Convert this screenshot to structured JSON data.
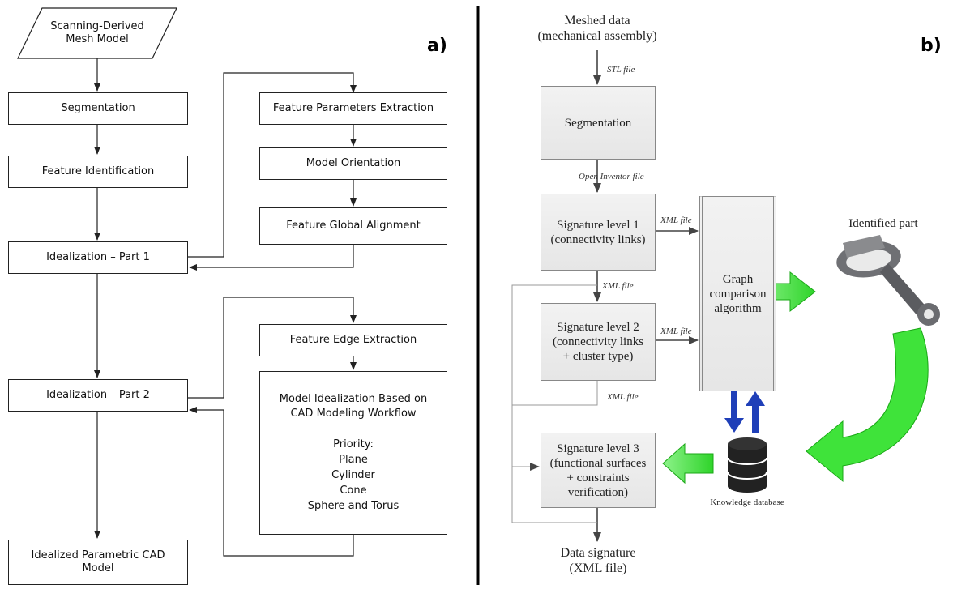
{
  "panel_a": {
    "letter": "a)",
    "input": "Scanning-Derived\nMesh Model",
    "segmentation": "Segmentation",
    "feature_identification": "Feature Identification",
    "idealization_1": "Idealization – Part 1",
    "idealization_2": "Idealization – Part 2",
    "output": "Idealized Parametric CAD\nModel",
    "feature_parameters": "Feature Parameters Extraction",
    "model_orientation": "Model Orientation",
    "global_alignment": "Feature Global Alignment",
    "edge_extraction": "Feature Edge Extraction",
    "model_idealization": "Model Idealization Based on\nCAD Modeling Workflow\n\nPriority:\nPlane\nCylinder\nCone\nSphere and Torus"
  },
  "panel_b": {
    "letter": "b)",
    "input": "Meshed data\n(mechanical assembly)",
    "stl_label": "STL file",
    "segmentation": "Segmentation",
    "open_inventor_label": "Open Inventor file",
    "sig1": "Signature level 1\n(connectivity links)",
    "xml1": "XML file",
    "xml2": "XML file",
    "xml3": "XML file",
    "xml4": "XML file",
    "sig2": "Signature level 2\n(connectivity links\n+ cluster type)",
    "sig3": "Signature level 3\n(functional surfaces\n+ constraints\nverification)",
    "graph": "Graph\ncomparison\nalgorithm",
    "identified_part": "Identified part",
    "knowledge_db": "Knowledge database",
    "output": "Data signature\n(XML file)"
  },
  "colors": {
    "green_arrow": "#3fe33a",
    "blue_arrow": "#1f3fb8",
    "divider": "#000000"
  }
}
